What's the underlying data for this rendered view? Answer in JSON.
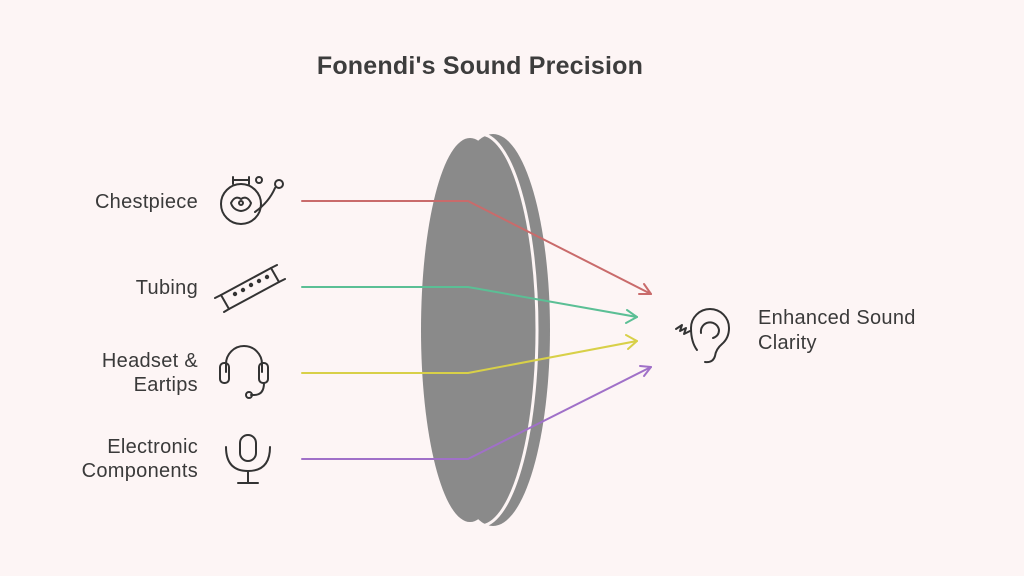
{
  "title": "Fonendi's Sound Precision",
  "inputs": [
    {
      "line1": "Chestpiece",
      "line2": "",
      "icon": "stethoscope-chestpiece-icon",
      "color": "#c96b6b"
    },
    {
      "line1": "Tubing",
      "line2": "",
      "icon": "tubing-icon",
      "color": "#5bbf95"
    },
    {
      "line1": "Headset &",
      "line2": "Eartips",
      "icon": "headset-icon",
      "color": "#d8d048"
    },
    {
      "line1": "Electronic",
      "line2": "Components",
      "icon": "microphone-icon",
      "color": "#a070c8"
    }
  ],
  "output": {
    "line1": "Enhanced Sound",
    "line2": "Clarity",
    "icon": "ear-sound-icon"
  },
  "lens_color": "#8a8a8a"
}
